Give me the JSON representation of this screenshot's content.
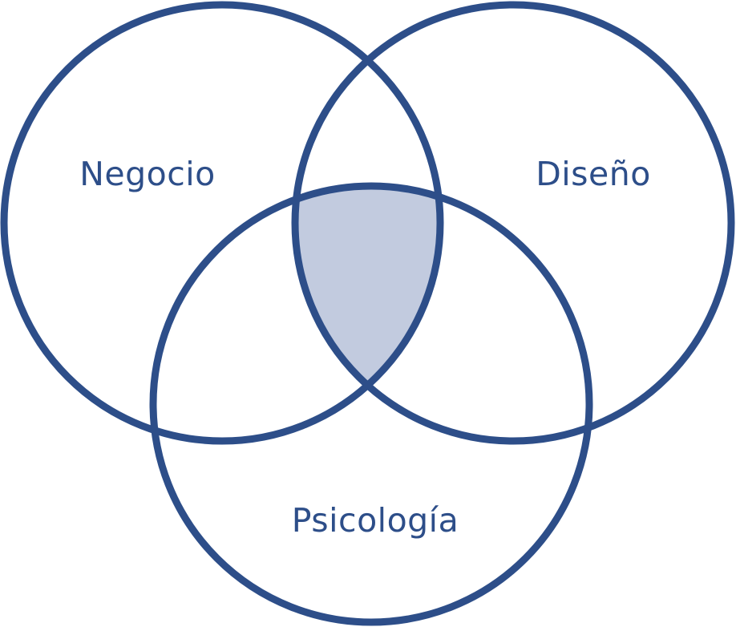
{
  "colors": {
    "stroke": "#2D4E89",
    "intersection_fill": "#C2CBDF",
    "label": "#2D4E89",
    "background": "#FFFFFF"
  },
  "sets": [
    {
      "id": "negocio",
      "label": "Negocio"
    },
    {
      "id": "diseno",
      "label": "Diseño"
    },
    {
      "id": "psicologia",
      "label": "Psicología"
    }
  ],
  "highlighted_region": "negocio-diseno-psicologia"
}
